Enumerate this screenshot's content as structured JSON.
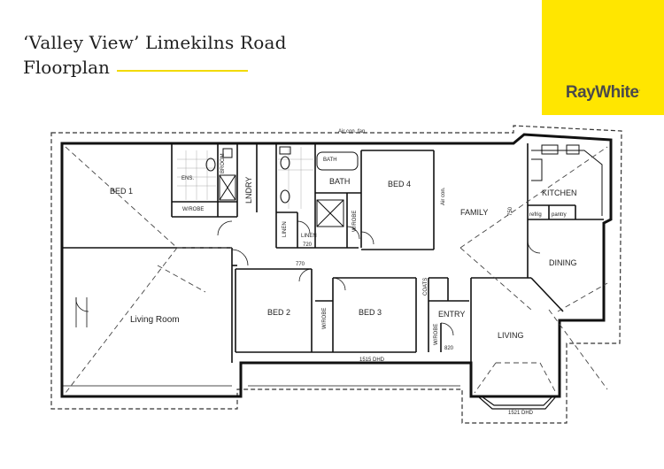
{
  "header": {
    "title": "‘Valley View’ Limekilns Road",
    "subtitle": "Floorplan",
    "accent": "#f2da00"
  },
  "logo": {
    "name": "RayWhite",
    "background": "#ffe600",
    "text_color": "#4a4a4a",
    "mark": "."
  },
  "rooms": {
    "bed1": "BED 1",
    "ens": "ENS.",
    "wirobe1": "W/ROBE",
    "broom": "BROOM",
    "lndry": "LNDRY",
    "bath_small": "BATH",
    "bath": "BATH",
    "bed4": "BED 4",
    "family": "FAMILY",
    "kitchen": "KITCHEN",
    "refrig": "refrig",
    "pantry": "pantry",
    "dining": "DINING",
    "linen1": "LINEN",
    "linen2": "LINEN",
    "wirobe2": "W/ROBE",
    "living_room": "Living Room",
    "bed2": "BED 2",
    "wirobe3": "W/ROBE",
    "bed3": "BED 3",
    "coats": "COATS",
    "entry": "ENTRY",
    "wirobe4": "W/ROBE",
    "living": "LIVING",
    "air_con_fan": "Air con. fan",
    "air_con": "Air con.",
    "dhd1": "1515 DHD",
    "dhd2": "1521 DHD",
    "dim_750": "750",
    "dim_720": "720",
    "dim_770": "770",
    "dim_820": "820"
  }
}
